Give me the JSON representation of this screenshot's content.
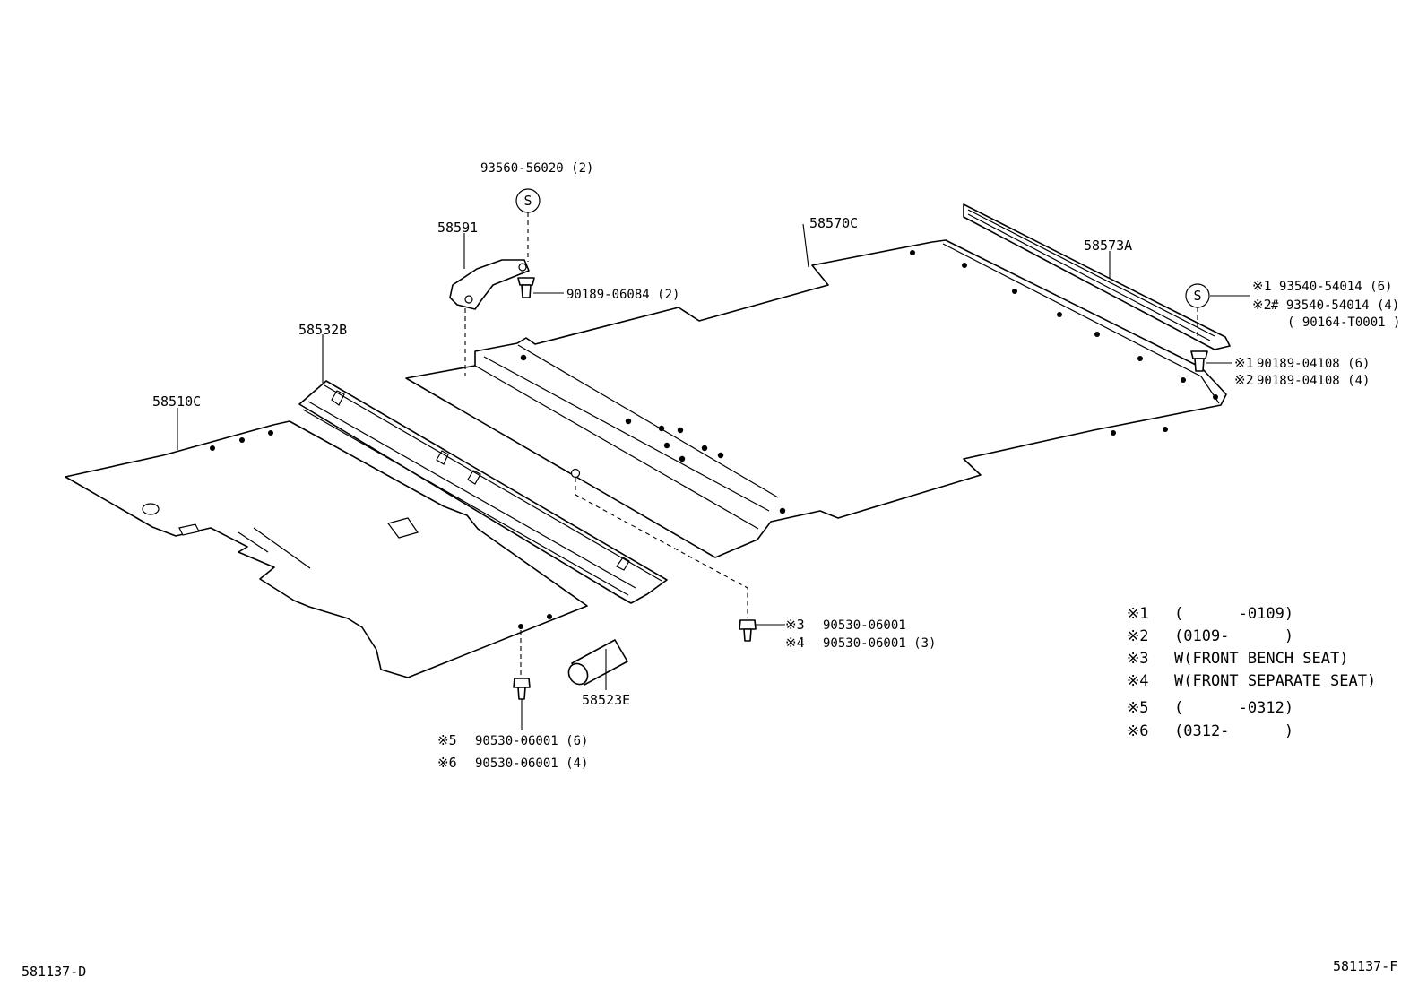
{
  "parts": {
    "p58591": "58591",
    "p58570C": "58570C",
    "p58573A": "58573A",
    "p58532B": "58532B",
    "p58510C": "58510C",
    "p58523E": "58523E"
  },
  "callouts": {
    "nut_top": "93560-56020 (2)",
    "clip_top": "90189-06084 (2)",
    "s_symbol": "S",
    "r1_mark": "※1",
    "r1_part": "93540-54014 (6)",
    "r2_mark": "※2",
    "r2_part": "# 93540-54014 (4)",
    "r2_sub": "( 90164-T0001 )",
    "c1_mark": "※1",
    "c1_part": "90189-04108 (6)",
    "c2_mark": "※2",
    "c2_part": "90189-04108 (4)",
    "m3_mark": "※3",
    "m3_part": "90530-06001",
    "m4_mark": "※4",
    "m4_part": "90530-06001 (3)",
    "m5_mark": "※5",
    "m5_part": "90530-06001 (6)",
    "m6_mark": "※6",
    "m6_part": "90530-06001 (4)"
  },
  "legend": [
    {
      "mark": "※1",
      "text": "(      -0109)"
    },
    {
      "mark": "※2",
      "text": "(0109-      )"
    },
    {
      "mark": "※3",
      "text": "W(FRONT BENCH SEAT)"
    },
    {
      "mark": "※4",
      "text": "W(FRONT SEPARATE SEAT)"
    },
    {
      "mark": "※5",
      "text": "(      -0312)"
    },
    {
      "mark": "※6",
      "text": "(0312-      )"
    }
  ],
  "footer": {
    "left_code": "581137-D",
    "right_code": "581137-F"
  }
}
